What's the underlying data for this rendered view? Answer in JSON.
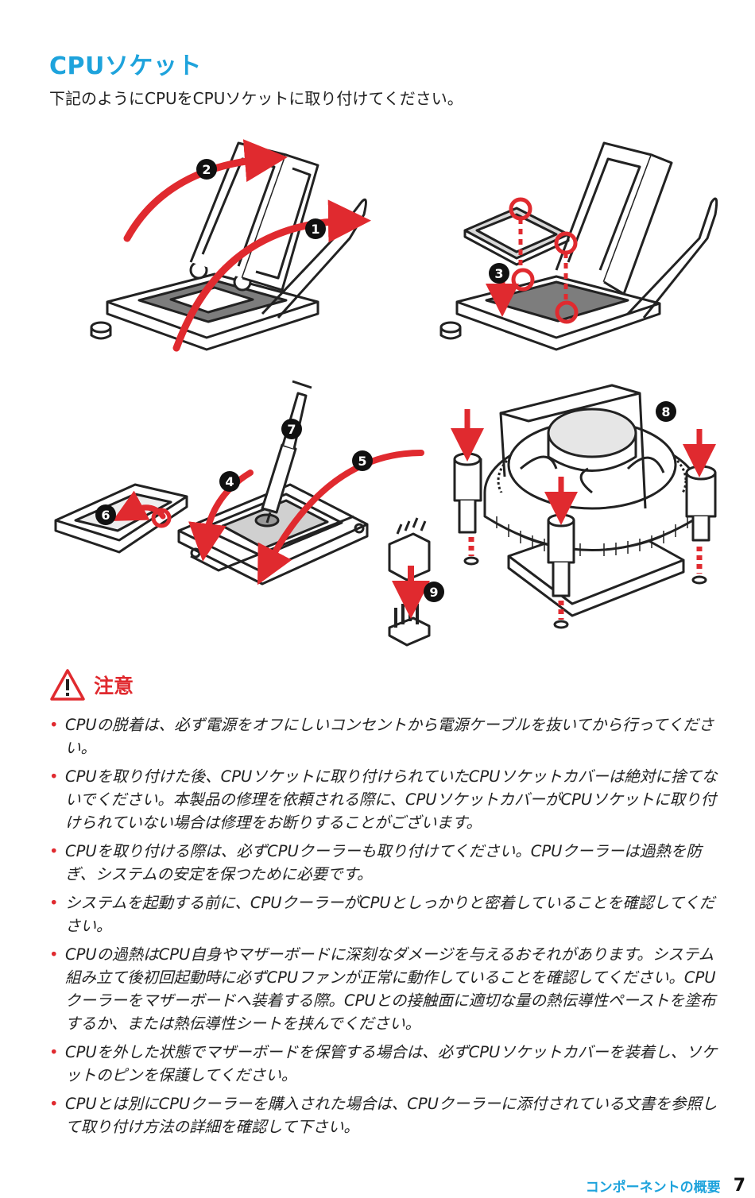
{
  "page": {
    "title": "CPUソケット",
    "intro": "下記のようにCPUをCPUソケットに取り付けてください。"
  },
  "illustration": {
    "step_numbers": [
      "1",
      "2",
      "3",
      "4",
      "5",
      "6",
      "7",
      "8",
      "9"
    ],
    "accent_color": "#e02a2f"
  },
  "caution": {
    "icon": "warning-triangle-icon",
    "heading": "注意",
    "items": [
      "CPUの脱着は、必ず電源をオフにしいコンセントから電源ケーブルを抜いてから行ってください。",
      "CPUを取り付けた後、CPUソケットに取り付けられていたCPUソケットカバーは絶対に捨てないでください。本製品の修理を依頼される際に、CPUソケットカバーがCPUソケットに取り付けられていない場合は修理をお断りすることがございます。",
      "CPUを取り付ける際は、必ずCPUクーラーも取り付けてください。CPUクーラーは過熱を防ぎ、システムの安定を保つために必要です。",
      "システムを起動する前に、CPUクーラーがCPUとしっかりと密着していることを確認してください。",
      "CPUの過熱はCPU自身やマザーボードに深刻なダメージを与えるおそれがあります。システム組み立て後初回起動時に必ずCPUファンが正常に動作していることを確認してください。CPUクーラーをマザーボードへ装着する際。CPUとの接触面に適切な量の熱伝導性ペーストを塗布するか、または熱伝導性シートを挟んでください。",
      "CPUを外した状態でマザーボードを保管する場合は、必ずCPUソケットカバーを装着し、ソケットのピンを保護してください。",
      "CPUとは別にCPUクーラーを購入された場合は、CPUクーラーに添付されている文書を参照して取り付け方法の詳細を確認して下さい。"
    ]
  },
  "footer": {
    "section": "コンポーネントの概要",
    "page_number": "7"
  },
  "colors": {
    "title_blue": "#1ea3dc",
    "caution_red": "#e02a2f",
    "text": "#222222"
  }
}
